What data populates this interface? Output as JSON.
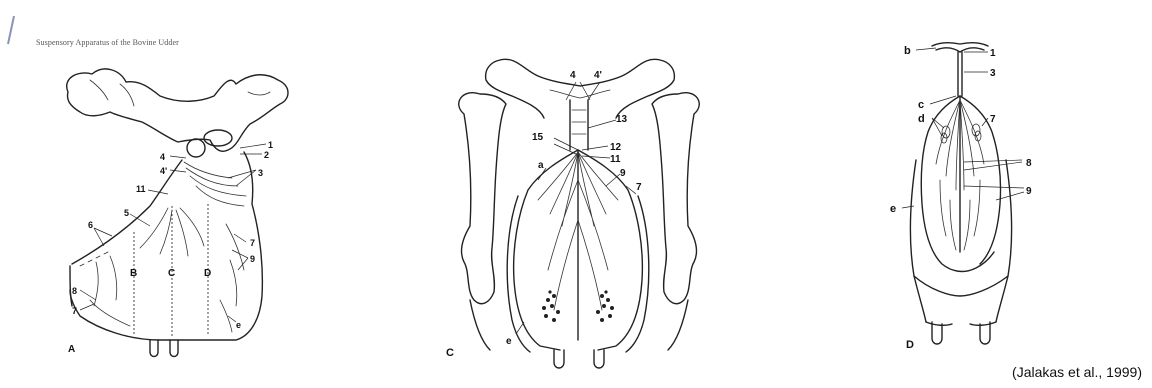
{
  "figure": {
    "header_text": "Suspensory Apparatus of the Bovine Udder",
    "citation": "(Jalakas et al., 1999)"
  },
  "panel_a": {
    "panel_letter": "A",
    "labels": [
      "1",
      "2",
      "3",
      "4",
      "4'",
      "11",
      "5",
      "6",
      "B",
      "C",
      "D",
      "7",
      "9",
      "8",
      "7",
      "e"
    ]
  },
  "panel_c": {
    "panel_letter": "C",
    "labels": [
      "4",
      "4'",
      "13",
      "15",
      "12",
      "11",
      "a",
      "9",
      "7",
      "e"
    ]
  },
  "panel_d": {
    "panel_letter": "D",
    "labels": [
      "b",
      "1",
      "3",
      "c",
      "d",
      "7",
      "8",
      "9",
      "e"
    ]
  },
  "colors": {
    "ink": "#222222",
    "slash": "#8a93b8",
    "background": "#ffffff"
  }
}
